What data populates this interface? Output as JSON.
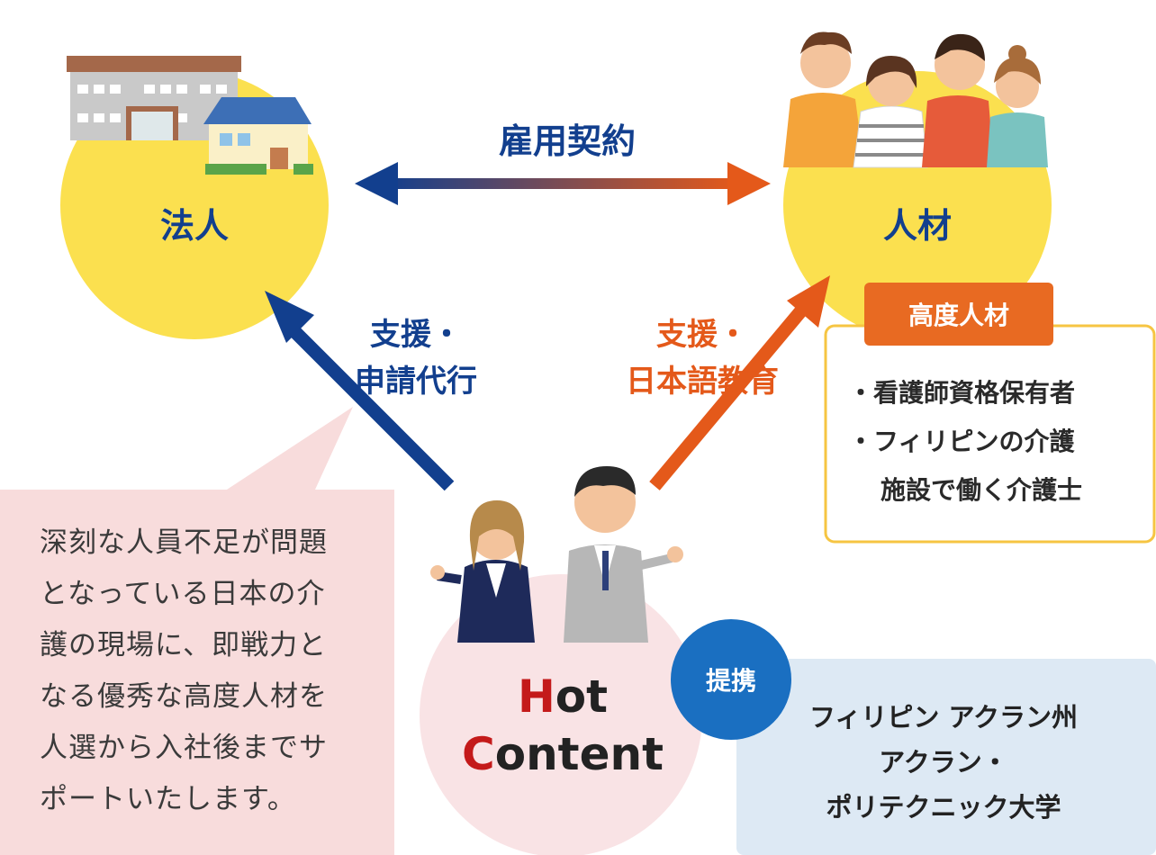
{
  "diagram": {
    "corporation": {
      "label": "法人"
    },
    "talent": {
      "label": "人材"
    },
    "contract": {
      "label": "雇用契約"
    },
    "support_left": {
      "line1": "支援・",
      "line2": "申請代行"
    },
    "support_right": {
      "line1": "支援・",
      "line2": "日本語教育"
    },
    "talent_box": {
      "title": "高度人材",
      "items": [
        "・看護師資格保有者",
        "・フィリピンの介護",
        "施設で働く介護士"
      ]
    },
    "callout": {
      "lines": [
        "深刻な人員不足が問題",
        "となっている日本の介",
        "護の現場に、即戦力と",
        "なる優秀な高度人材を",
        "人選から入社後までサ",
        "ポートいたします。"
      ]
    },
    "company": {
      "h": "H",
      "ot": "ot",
      "c": "C",
      "ontent": "ontent"
    },
    "partner": {
      "badge": "提携",
      "lines": [
        "フィリピン アクラン州",
        "アクラン・",
        "ポリテクニック大学"
      ]
    }
  },
  "colors": {
    "yellow_circle": "#fbe04f",
    "pink_circle": "#f9e3e5",
    "callout_bg": "#f8dcdc",
    "partner_bg": "#dde9f4",
    "blue": "#123f8e",
    "orange": "#e4591a",
    "badge_blue": "#1a6fc1",
    "box_border": "#f6c542"
  }
}
